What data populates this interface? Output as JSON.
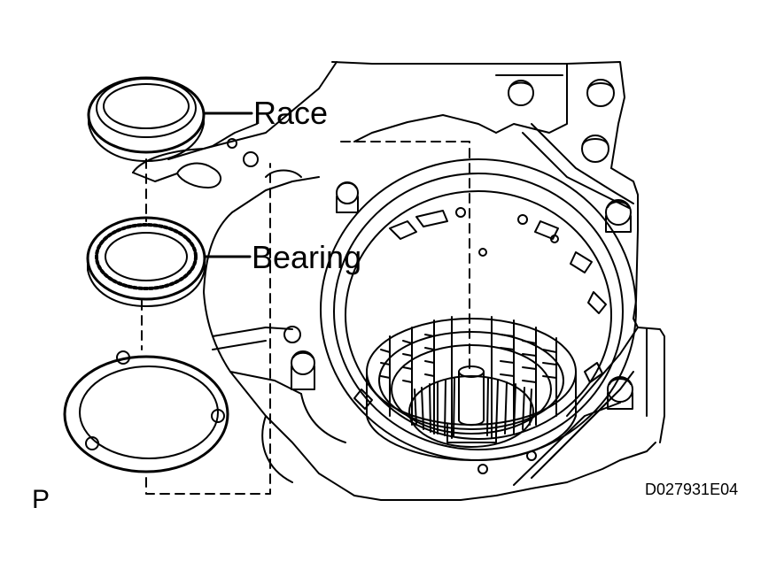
{
  "labels": {
    "race": "Race",
    "bearing": "Bearing"
  },
  "view_letter": "P",
  "drawing_code": "D027931E04",
  "colors": {
    "ink": "#000000",
    "paper": "#ffffff"
  }
}
